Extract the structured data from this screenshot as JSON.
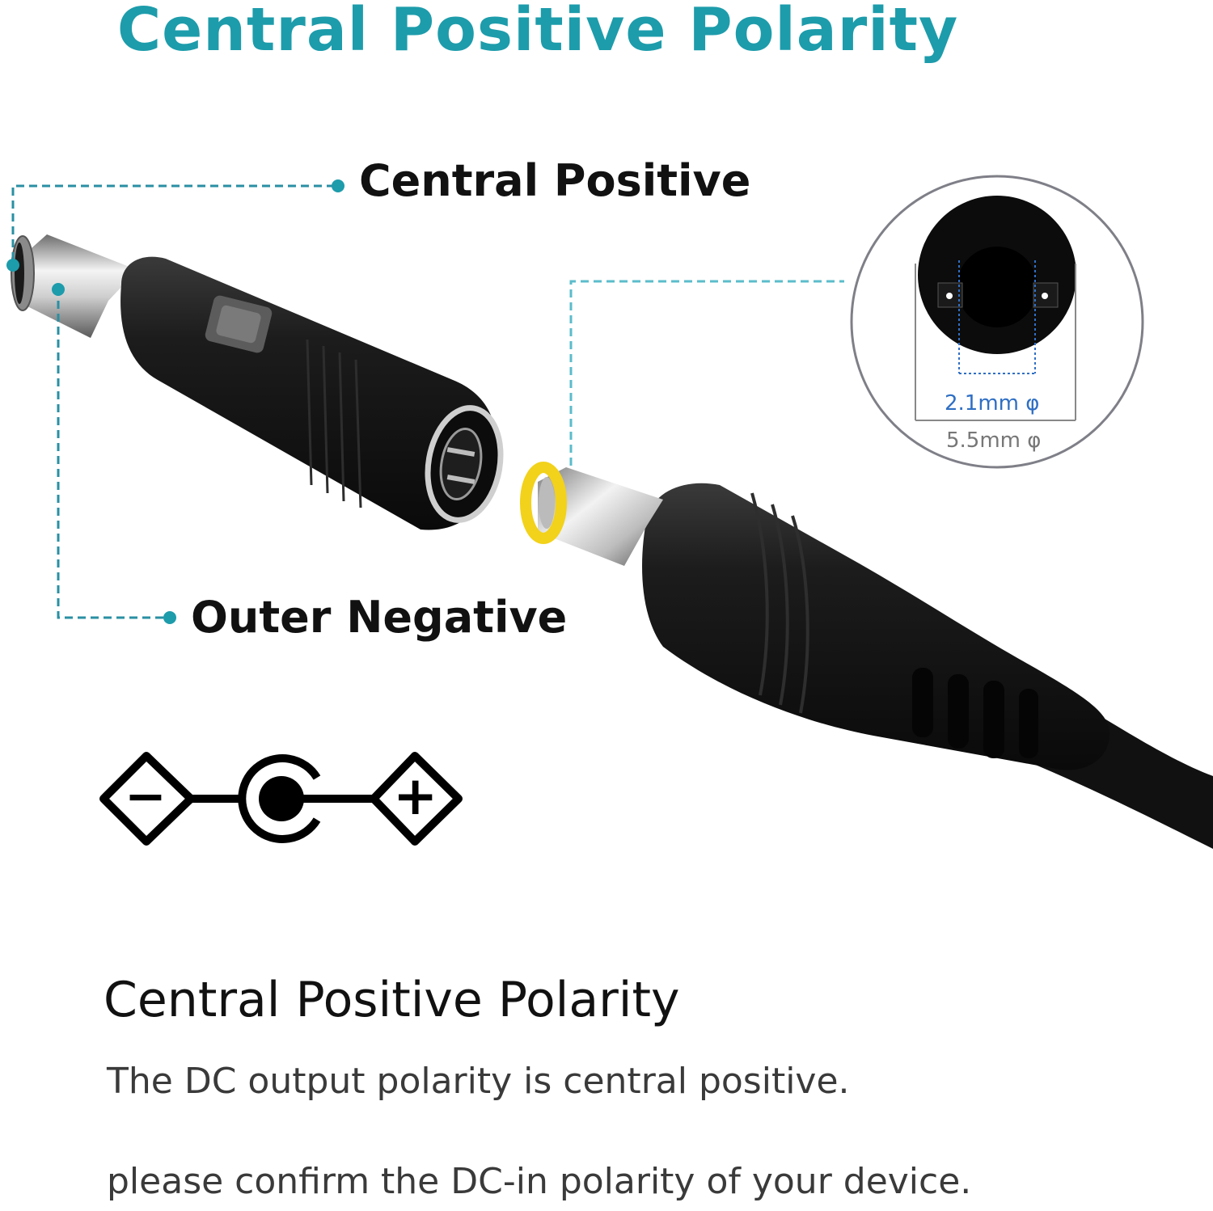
{
  "header": {
    "title": "Central Positive Polarity",
    "title_color": "#1d9cab"
  },
  "callouts": {
    "central_positive": "Central Positive",
    "outer_negative": "Outer Negative",
    "leader_color": "#2a8fa3"
  },
  "connector_detail": {
    "inner_diameter": "2.1mm φ",
    "outer_diameter": "5.5mm φ",
    "inner_color": "#2f6fc4",
    "outer_color": "#777777"
  },
  "polarity_symbol": {
    "left_sign": "−",
    "right_sign": "+"
  },
  "description": {
    "heading": "Central Positive Polarity",
    "line1": "The DC output polarity is central positive.",
    "line2": "please confirm the DC-in polarity of your device."
  },
  "colors": {
    "plug_tip_ring": "#f2d21a",
    "plug_body": "#161616",
    "metal": "#c8c8c8"
  }
}
